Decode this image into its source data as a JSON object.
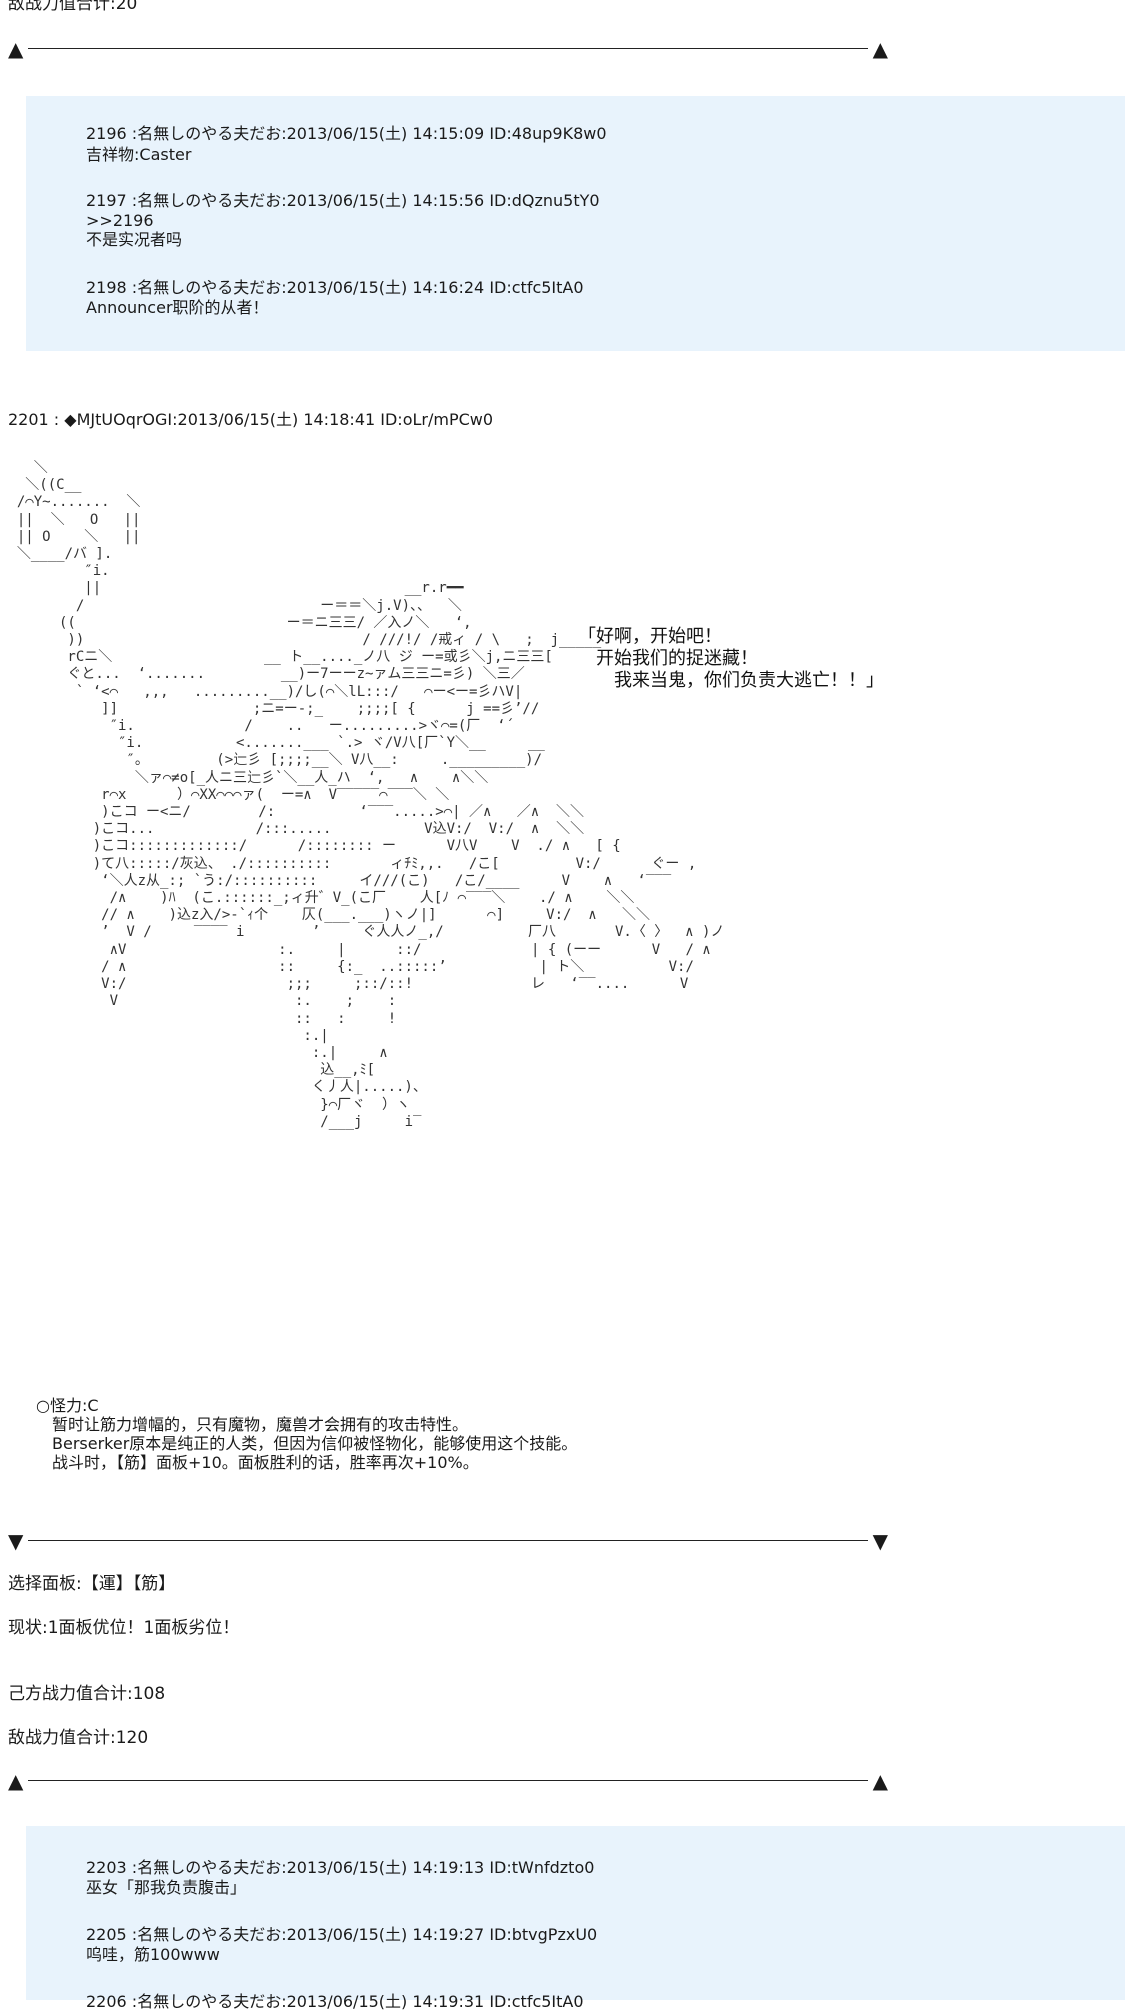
{
  "top": {
    "enemy_total_prev": "敌战力值合计:20"
  },
  "dividers": {
    "left_symbol_up": "▲",
    "right_symbol_up": "▲",
    "left_symbol_down": "▼",
    "right_symbol_down": "▼"
  },
  "comments_block_1": [
    {
      "header": "2196 :名無しのやる夫だお:2013/06/15(土) 14:15:09 ID:48up9K8w0",
      "body": "吉祥物:Caster"
    },
    {
      "header": "2197 :名無しのやる夫だお:2013/06/15(土) 14:15:56 ID:dQznu5tY0",
      "body": ">>2196\n不是实况者吗"
    },
    {
      "header": "2198 :名無しのやる夫だお:2013/06/15(土) 14:16:24 ID:ctfc5ItA0",
      "body": "Announcer职阶的从者！"
    }
  ],
  "post": {
    "header": "2201 : ◆MJtUOqrOGI:2013/06/15(土) 14:18:41 ID:oLr/mPCw0",
    "speech": "「好啊，开始吧！\n　开始我们的捉迷藏！\n　　我来当鬼，你们负责大逃亡！！」",
    "ability": "○怪力:C\n　暂时让筋力增幅的，只有魔物，魔兽才会拥有的攻击特性。\n　Berserker原本是纯正的人类，但因为信仰被怪物化，能够使用这个技能。\n　战斗时，【筋】面板+10。面板胜利的话，胜率再次+10%。",
    "select_panel": "选择面板:【運】【筋】",
    "status": "现状:1面板优位！1面板劣位！",
    "ally_total": "己方战力值合计:108",
    "enemy_total": "敌战力值合计:120"
  },
  "comments_block_2": [
    {
      "header": "2203 :名無しのやる夫だお:2013/06/15(土) 14:19:13 ID:tWnfdzto0",
      "body": "巫女「那我负责腹击」"
    },
    {
      "header": "2205 :名無しのやる夫だお:2013/06/15(土) 14:19:27 ID:btvgPzxU0",
      "body": "呜哇，筋100www"
    },
    {
      "header": "2206 :名無しのやる夫だお:2013/06/15(土) 14:19:31 ID:ctfc5ItA0",
      "body": ""
    }
  ]
}
